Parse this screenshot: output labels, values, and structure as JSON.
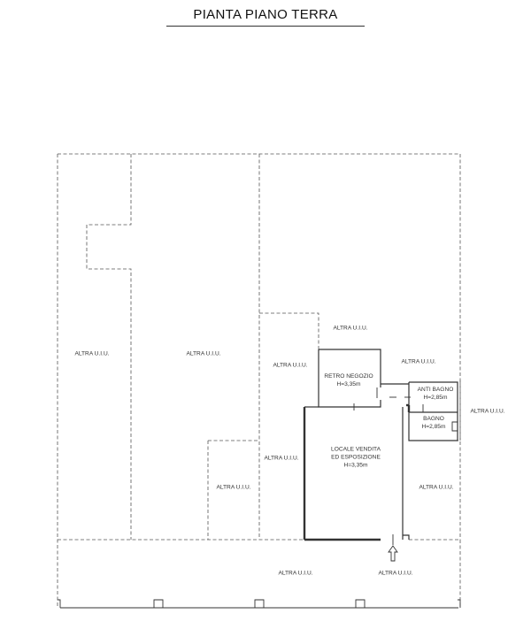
{
  "title": "PIANTA PIANO TERRA",
  "other_unit_label": "ALTRA U.I.U.",
  "rooms": {
    "retro_negozio": {
      "name": "RETRO NEGOZIO",
      "height": "H=3,35m"
    },
    "locale_vendita": {
      "name_line1": "LOCALE VENDITA",
      "name_line2": "ED ESPOSIZIONE",
      "height": "H=3,35m"
    },
    "anti_bagno": {
      "name": "ANTI BAGNO",
      "height": "H=2,85m"
    },
    "bagno": {
      "name": "BAGNO",
      "height": "H=2,85m"
    }
  }
}
